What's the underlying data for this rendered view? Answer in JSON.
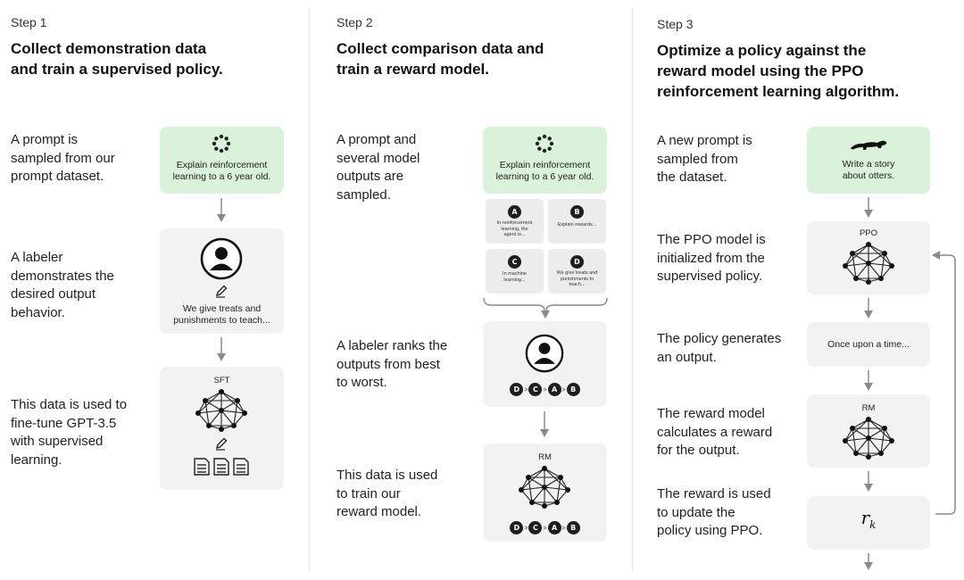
{
  "step1": {
    "label": "Step 1",
    "title_line1": "Collect demonstration data",
    "title_line2": "and train a supervised policy.",
    "desc1": [
      "A prompt is",
      "sampled from our",
      "prompt dataset."
    ],
    "desc2": [
      "A labeler",
      "demonstrates the",
      "desired output",
      "behavior."
    ],
    "desc3": [
      "This data is used to",
      "fine-tune GPT-3.5",
      "with supervised",
      "learning."
    ],
    "prompt_card": [
      "Explain reinforcement",
      "learning to a 6 year old."
    ],
    "demo_card": [
      "We give treats and",
      "punishments to teach..."
    ],
    "sft_label": "SFT"
  },
  "step2": {
    "label": "Step 2",
    "title_line1": "Collect comparison data and",
    "title_line2": "train a reward model.",
    "desc1": [
      "A prompt and",
      "several model",
      "outputs are",
      "sampled."
    ],
    "desc2": [
      "A labeler ranks the",
      "outputs from best",
      "to worst."
    ],
    "desc3": [
      "This data is used",
      "to train our",
      "reward model."
    ],
    "prompt_card": [
      "Explain reinforcement",
      "learning to a 6 year old."
    ],
    "outputs": [
      {
        "letter": "A",
        "text": [
          "In reinforcement",
          "learning, the",
          "agent is..."
        ]
      },
      {
        "letter": "B",
        "text": [
          "Explain rewards..."
        ]
      },
      {
        "letter": "C",
        "text": [
          "In machine",
          "learning..."
        ]
      },
      {
        "letter": "D",
        "text": [
          "We give treats and",
          "punishments to",
          "teach..."
        ]
      }
    ],
    "ranking": [
      "D",
      "C",
      "A",
      "B"
    ],
    "rm_label": "RM"
  },
  "step3": {
    "label": "Step 3",
    "title_line1": "Optimize a policy against the",
    "title_line2": "reward model using the PPO",
    "title_line3": "reinforcement learning algorithm.",
    "desc1": [
      "A new prompt is",
      "sampled from",
      "the dataset."
    ],
    "desc2": [
      "The PPO model is",
      "initialized from the",
      "supervised policy."
    ],
    "desc3": [
      "The policy generates",
      "an output."
    ],
    "desc4": [
      "The reward model",
      "calculates a reward",
      "for the output."
    ],
    "desc5": [
      "The reward is used",
      "to update the",
      "policy using PPO."
    ],
    "prompt_card": [
      "Write a story",
      "about otters."
    ],
    "ppo_label": "PPO",
    "output_text": "Once upon a time...",
    "rm_label": "RM",
    "reward_symbol": "r",
    "reward_subscript": "k"
  },
  "colors": {
    "prompt_green": "#d9f2d9",
    "card_gray": "#f2f2f2",
    "arrow": "#8a8a8a"
  }
}
